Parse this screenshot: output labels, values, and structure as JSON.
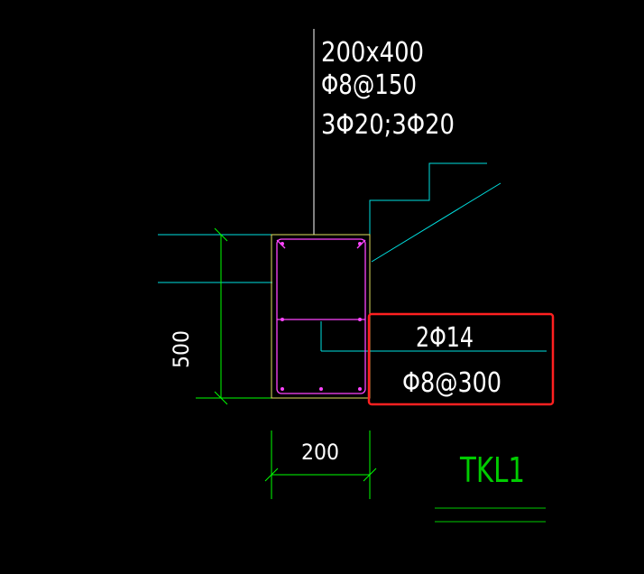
{
  "beam_label": {
    "line1": "200x400",
    "line2": "Φ8@150",
    "line3": "3Φ20;3Φ20"
  },
  "side_bars": {
    "longitudinal": "2Φ14",
    "tie": "Φ8@300"
  },
  "dimensions": {
    "height": "500",
    "width": "200"
  },
  "title": "TKL1",
  "colors": {
    "background": "#000000",
    "annotation_text": "#ffffff",
    "leader": "#ffffff",
    "dimension": "#00ff00",
    "grid_lines": "#00e0e0",
    "section_outline": "#e0e060",
    "rebar": "#ff44ff",
    "highlight_box": "#ff2020",
    "title": "#00cc00"
  }
}
